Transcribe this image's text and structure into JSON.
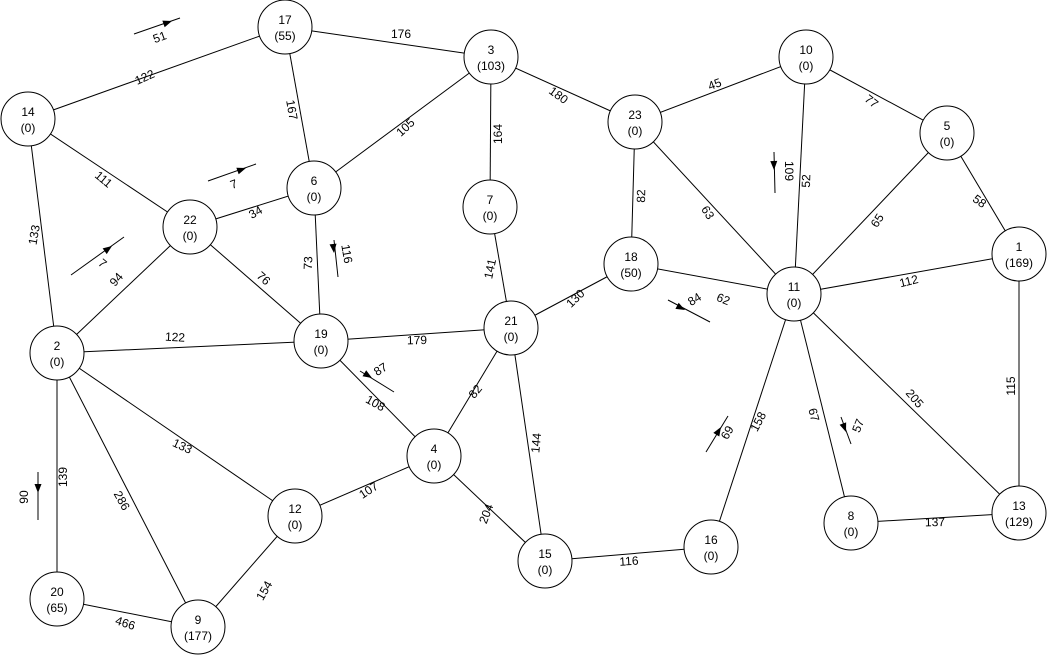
{
  "diagram": {
    "nodes": [
      {
        "id": "17",
        "value": "(55)"
      },
      {
        "id": "3",
        "value": "(103)"
      },
      {
        "id": "10",
        "value": "(0)"
      },
      {
        "id": "14",
        "value": "(0)"
      },
      {
        "id": "23",
        "value": "(0)"
      },
      {
        "id": "5",
        "value": "(0)"
      },
      {
        "id": "6",
        "value": "(0)"
      },
      {
        "id": "7",
        "value": "(0)"
      },
      {
        "id": "22",
        "value": "(0)"
      },
      {
        "id": "1",
        "value": "(169)"
      },
      {
        "id": "18",
        "value": "(50)"
      },
      {
        "id": "11",
        "value": "(0)"
      },
      {
        "id": "21",
        "value": "(0)"
      },
      {
        "id": "19",
        "value": "(0)"
      },
      {
        "id": "2",
        "value": "(0)"
      },
      {
        "id": "4",
        "value": "(0)"
      },
      {
        "id": "12",
        "value": "(0)"
      },
      {
        "id": "8",
        "value": "(0)"
      },
      {
        "id": "13",
        "value": "(129)"
      },
      {
        "id": "16",
        "value": "(0)"
      },
      {
        "id": "15",
        "value": "(0)"
      },
      {
        "id": "20",
        "value": "(65)"
      },
      {
        "id": "9",
        "value": "(177)"
      }
    ],
    "edges": [
      {
        "from": "14",
        "to": "17",
        "label": "122"
      },
      {
        "from": "17",
        "to": "3",
        "label": "176"
      },
      {
        "from": "17",
        "to": "6",
        "label": "167"
      },
      {
        "from": "3",
        "to": "6",
        "label": "105"
      },
      {
        "from": "3",
        "to": "7",
        "label": "164"
      },
      {
        "from": "3",
        "to": "23",
        "label": "180"
      },
      {
        "from": "23",
        "to": "10",
        "label": "45"
      },
      {
        "from": "10",
        "to": "5",
        "label": "77"
      },
      {
        "from": "10",
        "to": "11",
        "label": "52"
      },
      {
        "from": "5",
        "to": "1",
        "label": "58"
      },
      {
        "from": "5",
        "to": "11",
        "label": "65"
      },
      {
        "from": "23",
        "to": "18",
        "label": "82"
      },
      {
        "from": "23",
        "to": "11",
        "label": "63"
      },
      {
        "from": "14",
        "to": "22",
        "label": "111"
      },
      {
        "from": "14",
        "to": "2",
        "label": "133"
      },
      {
        "from": "22",
        "to": "6",
        "label": "34"
      },
      {
        "from": "22",
        "to": "2",
        "label": "94"
      },
      {
        "from": "22",
        "to": "19",
        "label": "76"
      },
      {
        "from": "6",
        "to": "19",
        "label": "73"
      },
      {
        "from": "7",
        "to": "21",
        "label": "141"
      },
      {
        "from": "18",
        "to": "21",
        "label": "130"
      },
      {
        "from": "18",
        "to": "11",
        "label": "62"
      },
      {
        "from": "1",
        "to": "11",
        "label": "112"
      },
      {
        "from": "1",
        "to": "13",
        "label": "115"
      },
      {
        "from": "11",
        "to": "13",
        "label": "205"
      },
      {
        "from": "11",
        "to": "8",
        "label": "67"
      },
      {
        "from": "11",
        "to": "16",
        "label": "158"
      },
      {
        "from": "2",
        "to": "19",
        "label": "122"
      },
      {
        "from": "19",
        "to": "21",
        "label": "179"
      },
      {
        "from": "19",
        "to": "4",
        "label": "108"
      },
      {
        "from": "21",
        "to": "4",
        "label": "82"
      },
      {
        "from": "21",
        "to": "15",
        "label": "144"
      },
      {
        "from": "2",
        "to": "12",
        "label": "133"
      },
      {
        "from": "2",
        "to": "9",
        "label": "286"
      },
      {
        "from": "2",
        "to": "20",
        "label": "139"
      },
      {
        "from": "12",
        "to": "4",
        "label": "107"
      },
      {
        "from": "12",
        "to": "9",
        "label": "154"
      },
      {
        "from": "4",
        "to": "15",
        "label": "204"
      },
      {
        "from": "15",
        "to": "16",
        "label": "116"
      },
      {
        "from": "8",
        "to": "13",
        "label": "137"
      },
      {
        "from": "20",
        "to": "9",
        "label": "466"
      }
    ],
    "flows": [
      {
        "edge": "14-17",
        "label": "51"
      },
      {
        "edge": "22-6",
        "label": "7"
      },
      {
        "edge": "22-2",
        "label": "7"
      },
      {
        "edge": "6-19",
        "label": "116"
      },
      {
        "edge": "19-4",
        "label": "87"
      },
      {
        "edge": "10-11",
        "label": "109"
      },
      {
        "edge": "18-11",
        "label": "84"
      },
      {
        "edge": "11-16",
        "label": "69"
      },
      {
        "edge": "11-8",
        "label": "57"
      },
      {
        "edge": "2-20",
        "label": "90"
      }
    ]
  }
}
